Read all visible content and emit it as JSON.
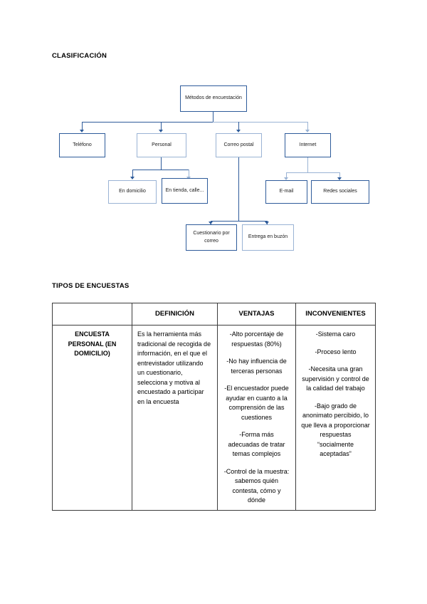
{
  "headings": {
    "clasificacion": "CLASIFICACIÓN",
    "tipos": "TIPOS DE ENCUESTAS"
  },
  "flowchart": {
    "root": "Métodos de encuestación",
    "level1": [
      "Teléfono",
      "Personal",
      "Correo postal",
      "Internet"
    ],
    "personal_children": [
      "En domicilio",
      "En tienda, calle..."
    ],
    "internet_children": [
      "E-mail",
      "Redes sociales"
    ],
    "correo_children": [
      "Cuestionario por correo",
      "Entrega en buzón"
    ],
    "colors": {
      "border_dark": "#2e5b9a",
      "border_light": "#9ab3d4",
      "connector": "#2e5b9a"
    }
  },
  "table": {
    "headers": [
      "",
      "DEFINICIÓN",
      "VENTAJAS",
      "INCONVENIENTES"
    ],
    "rows": [
      {
        "label": "ENCUESTA PERSONAL (EN DOMICILIO)",
        "definicion": [
          "Es la herramienta más tradicional de recogida de información, en el que el entrevistador utilizando un cuestionario, selecciona y motiva al encuestado a participar en la encuesta"
        ],
        "ventajas": [
          "-Alto porcentaje de respuestas (80%)",
          "-No hay influencia de terceras personas",
          "-El encuestador puede ayudar en cuanto a la comprensión de las cuestiones",
          "-Forma más adecuadas de tratar temas complejos",
          "-Control de la muestra: sabemos quién contesta, cómo y dónde"
        ],
        "inconvenientes": [
          "-Sistema caro",
          "-Proceso lento",
          "-Necesita una gran supervisión y control de la calidad del trabajo",
          "-Bajo grado de anonimato percibido, lo que lleva a proporcionar respuestas “socialmente aceptadas”"
        ]
      }
    ]
  }
}
